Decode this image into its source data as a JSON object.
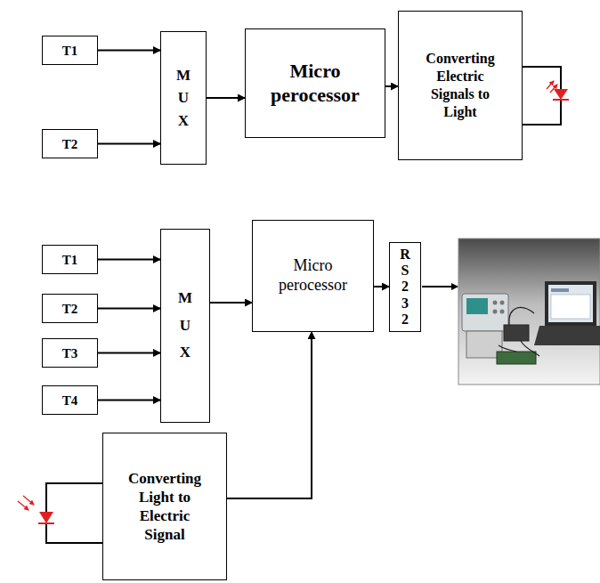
{
  "diagram": {
    "nodes": [
      {
        "text": [
          "T1"
        ]
      },
      {
        "text": [
          "T2"
        ]
      },
      {
        "text": [
          "M U X"
        ]
      },
      {
        "text": [
          "Micro perocessor"
        ]
      },
      {
        "text": [
          "Converting Electric Signals to Light"
        ]
      },
      {
        "text": [
          "T1"
        ]
      },
      {
        "text": [
          "T2"
        ]
      },
      {
        "text": [
          "T3"
        ]
      },
      {
        "text": [
          "T4"
        ]
      },
      {
        "text": [
          "M U X"
        ]
      },
      {
        "text": [
          "Micro perocessor"
        ]
      },
      {
        "text": [
          "R S 2 3 2"
        ]
      },
      {
        "text": [
          "Converting Light to Electric Signal"
        ]
      }
    ],
    "edges": [
      {
        "from": 0,
        "to": 2,
        "arrow": "to"
      },
      {
        "from": 1,
        "to": 2,
        "arrow": "to"
      },
      {
        "from": 2,
        "to": 3,
        "arrow": "to"
      },
      {
        "from": 3,
        "to": 4,
        "arrow": "to"
      },
      {
        "from": 5,
        "to": 9,
        "arrow": "to"
      },
      {
        "from": 6,
        "to": 9,
        "arrow": "to"
      },
      {
        "from": 7,
        "to": 9,
        "arrow": "to"
      },
      {
        "from": 8,
        "to": 9,
        "arrow": "to"
      },
      {
        "from": 9,
        "to": 10,
        "arrow": "to"
      },
      {
        "from": 10,
        "to": 11,
        "arrow": "to"
      },
      {
        "from": 12,
        "to": 10,
        "arrow": "to"
      }
    ]
  }
}
